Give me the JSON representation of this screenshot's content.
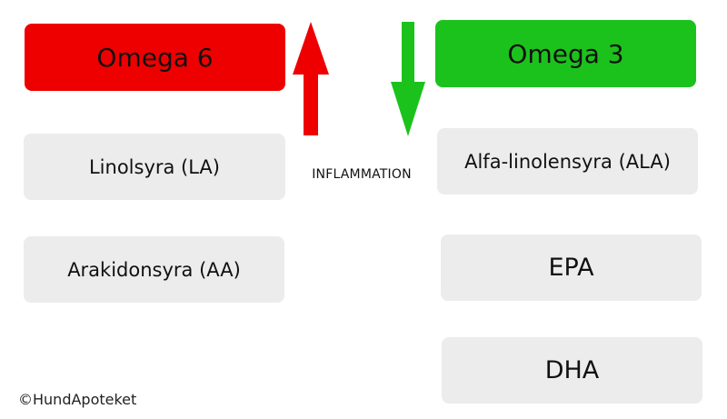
{
  "colors": {
    "omega6": "#ee0000",
    "omega3": "#1cc21c",
    "item_bg": "#ececec"
  },
  "omega6": {
    "label": "Omega 6",
    "items": [
      "Linolsyra (LA)",
      "Arakidonsyra (AA)"
    ]
  },
  "omega3": {
    "label": "Omega 3",
    "items": [
      "Alfa-linolensyra (ALA)",
      "EPA",
      "DHA"
    ]
  },
  "center": {
    "label": "INFLAMMATION",
    "up_arrow_icon": "arrow-up-icon",
    "down_arrow_icon": "arrow-down-icon"
  },
  "footer": {
    "copyright": "©HundApoteket"
  }
}
